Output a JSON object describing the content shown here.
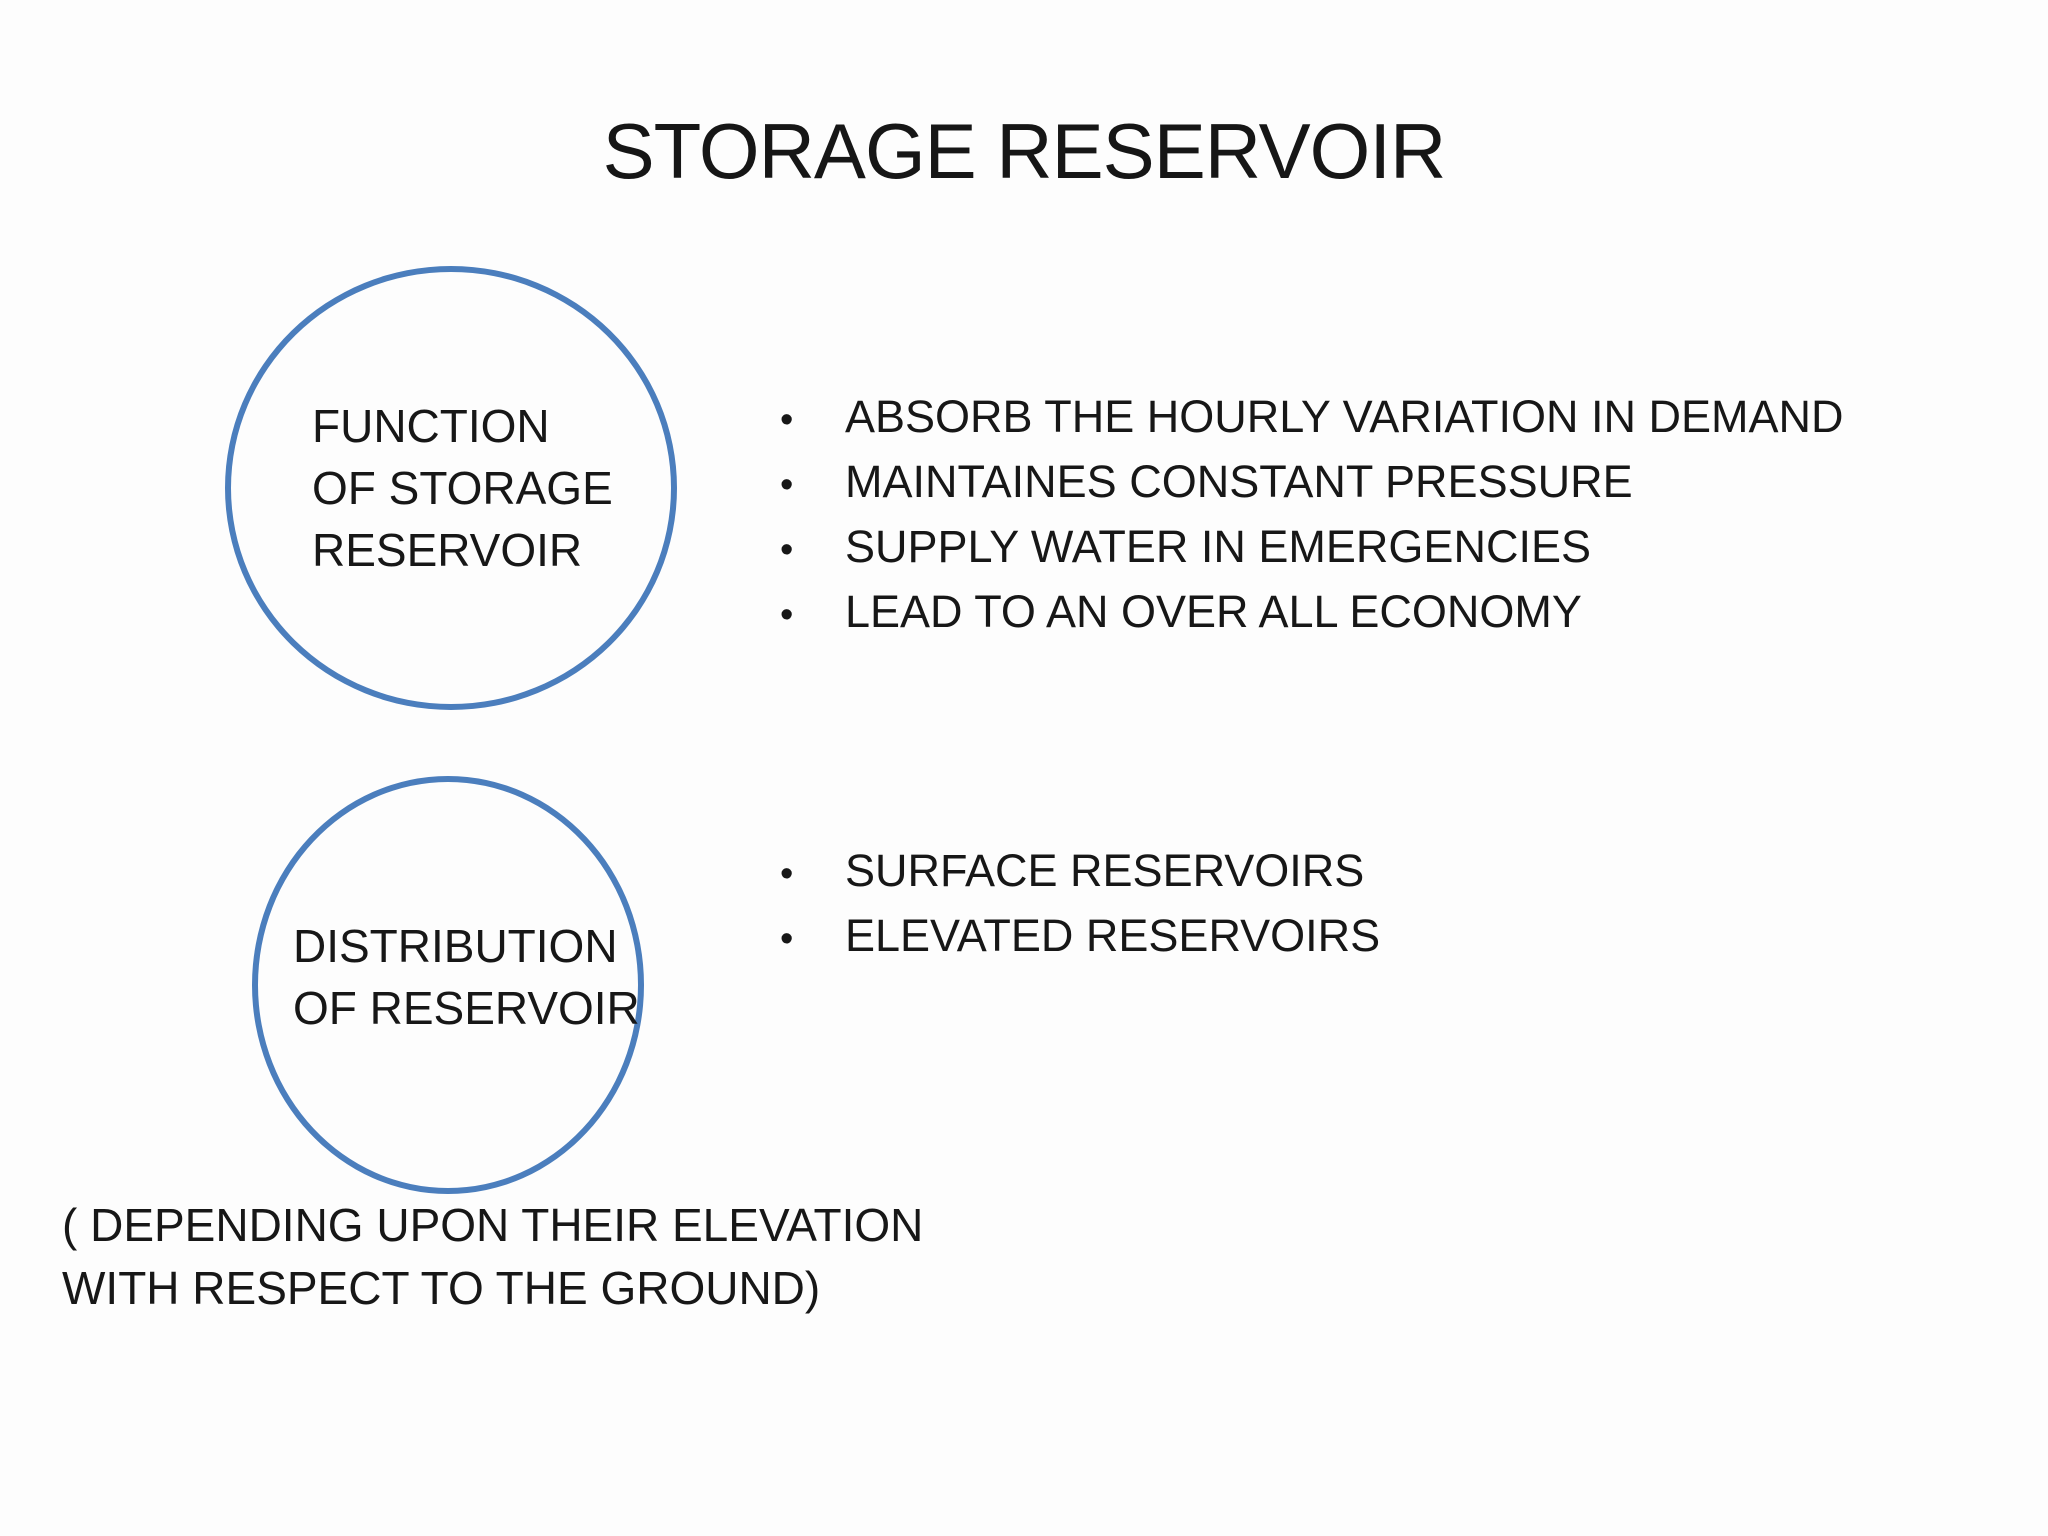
{
  "slide": {
    "title": "STORAGE RESERVOIR",
    "accent_color": "#4b7ebd",
    "text_color": "#1a1a1a",
    "bullet_char": "•",
    "function_section": {
      "circle_lines": [
        "FUNCTION",
        "OF STORAGE",
        "RESERVOIR"
      ],
      "bullets": [
        "ABSORB THE HOURLY VARIATION IN DEMAND",
        "MAINTAINES CONSTANT PRESSURE",
        "SUPPLY WATER IN EMERGENCIES",
        "LEAD TO AN OVER ALL ECONOMY"
      ]
    },
    "distribution_section": {
      "circle_lines": [
        "DISTRIBUTION",
        "OF RESERVOIR"
      ],
      "bullets": [
        "SURFACE RESERVOIRS",
        "ELEVATED RESERVOIRS"
      ]
    },
    "footnote_lines": [
      "( DEPENDING UPON THEIR ELEVATION",
      "WITH RESPECT TO THE GROUND)"
    ]
  }
}
